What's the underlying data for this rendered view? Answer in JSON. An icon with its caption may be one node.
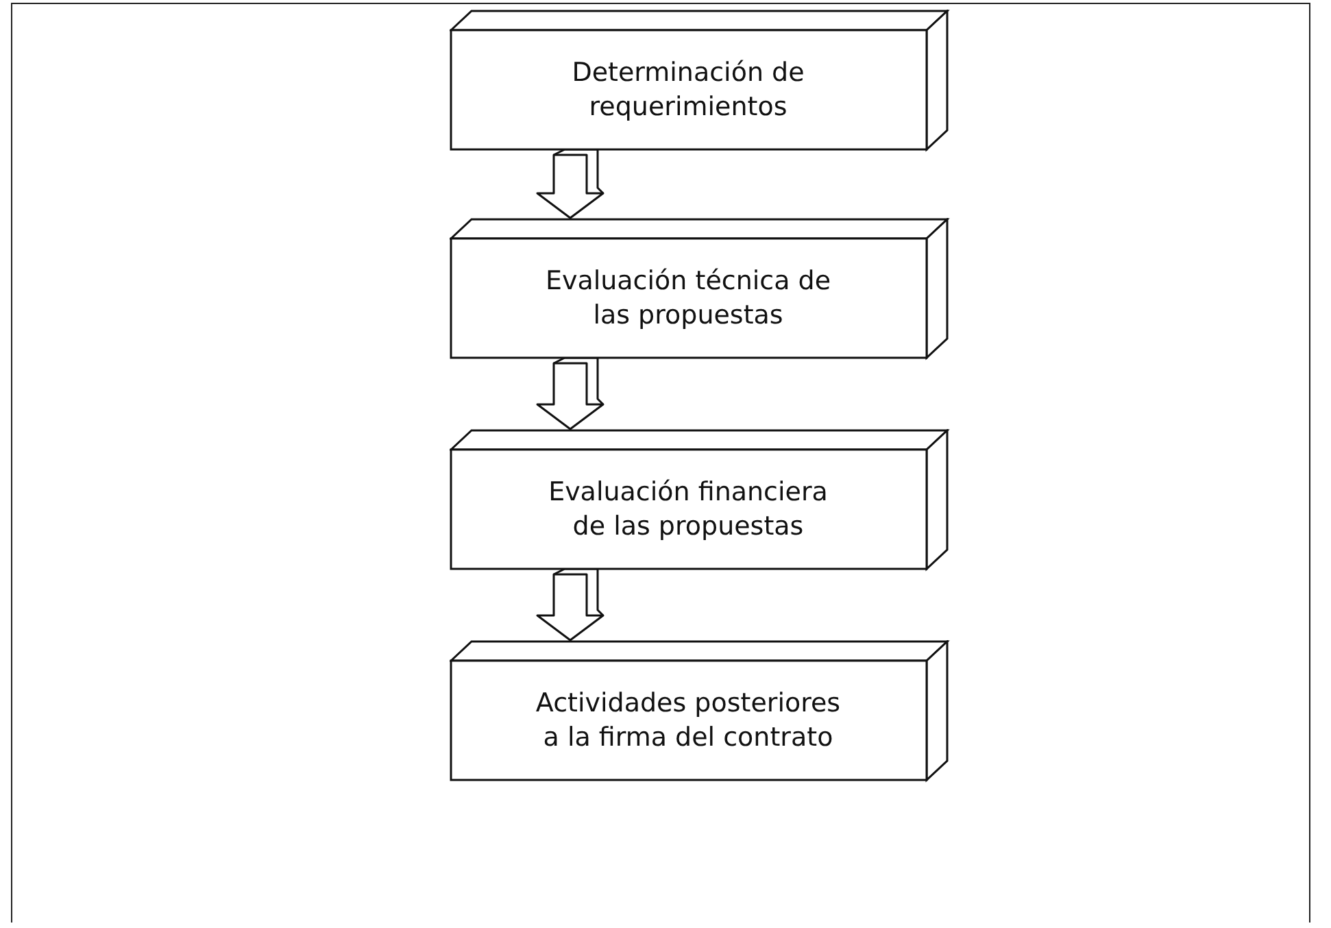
{
  "diagram": {
    "nodes": [
      {
        "text": [
          "Determinación de requerimientos"
        ]
      },
      {
        "text": [
          "Evaluación técnica de las propuestas"
        ]
      },
      {
        "text": [
          "Evaluación financiera de las propuestas"
        ]
      },
      {
        "text": [
          "Actividades posteriores a la firma del contrato"
        ]
      }
    ],
    "edges": [
      {
        "from": 0,
        "to": 1,
        "arrow": "to"
      },
      {
        "from": 1,
        "to": 2,
        "arrow": "to"
      },
      {
        "from": 2,
        "to": 3,
        "arrow": "to"
      }
    ]
  }
}
